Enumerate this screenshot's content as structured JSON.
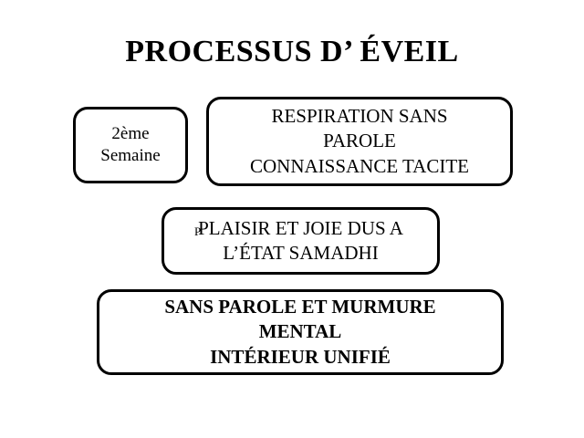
{
  "slide": {
    "title": "PROCESSUS D’ ÉVEIL",
    "background_color": "#ffffff",
    "text_color": "#000000",
    "border_color": "#000000"
  },
  "boxes": [
    {
      "id": "week",
      "text": "2ème\nSemaine",
      "bold": false
    },
    {
      "id": "respiration",
      "text": "RESPIRATION SANS\nPAROLE\nCONNAISSANCE TACITE",
      "bold": false
    },
    {
      "id": "plaisir",
      "text": "PLAISIR ET JOIE DUS A\nL’ÉTAT  SAMADHI",
      "bold": false
    },
    {
      "id": "murmure",
      "text": "SANS PAROLE ET MURMURE\nMENTAL\nINTÉRIEUR UNIFIÉ",
      "bold": true
    }
  ],
  "artifacts": {
    "stray_glyph": "P"
  }
}
